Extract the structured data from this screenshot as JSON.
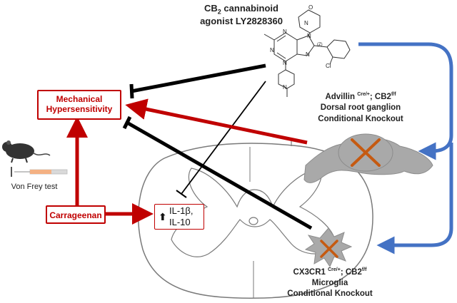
{
  "agonist": {
    "line1": "CB",
    "line1_sub": "2",
    "line1_rest": " cannabinoid",
    "line2": "agonist LY2828360"
  },
  "mechanical": {
    "line1": "Mechanical",
    "line2": "Hypersensitivity"
  },
  "von_frey": "Von Frey test",
  "carrageenan": "Carrageenan",
  "cytokines": {
    "il1": "IL-1β,",
    "il10": "IL-10",
    "arrow": "⬆"
  },
  "drg_ko": {
    "line1_a": "Advillin ",
    "line1_sup1": "Cre/+",
    "line1_b": "; CB2",
    "line1_sup2": "f/f",
    "line2": "Dorsal root ganglion",
    "line3": "Conditional Knockout"
  },
  "microglia_ko": {
    "line1_a": "CX3CR1 ",
    "line1_sup1": "Cre/+",
    "line1_b": "; CB2",
    "line1_sup2": "f/f",
    "line2": "Microglia",
    "line3": "Conditional Knockout"
  },
  "molecule": {
    "methyl": "",
    "atoms": {
      "n1": "N",
      "n2": "N",
      "n3": "N",
      "n4": "N",
      "n5": "N",
      "n6": "N",
      "n7": "N",
      "o": "O",
      "cl": "Cl",
      "stereo": "(Z)"
    }
  },
  "colors": {
    "red": "#c00000",
    "blue": "#4472c4",
    "black": "#000000",
    "gray": "#a6a6a6"
  }
}
